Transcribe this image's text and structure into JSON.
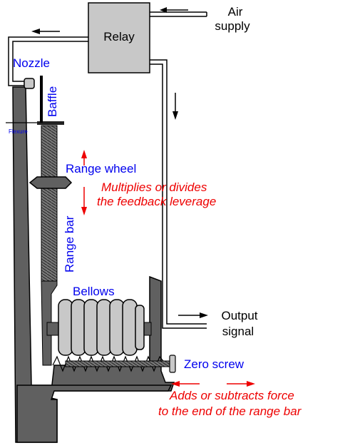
{
  "labels": {
    "relay": "Relay",
    "air_supply_line1": "Air",
    "air_supply_line2": "supply",
    "nozzle": "Nozzle",
    "baffle": "Baffle",
    "flexure": "Flexure",
    "range_wheel": "Range wheel",
    "range_bar": "Range bar",
    "bellows": "Bellows",
    "output_line1": "Output",
    "output_line2": "signal",
    "zero_screw": "Zero screw"
  },
  "annotations": {
    "range_wheel_note_line1": "Multiplies or divides",
    "range_wheel_note_line2": "the feedback leverage",
    "zero_screw_note_line1": "Adds or subtracts force",
    "zero_screw_note_line2": "to the end of the range bar"
  },
  "colors": {
    "frame": "#606060",
    "component": "#c8c8c8",
    "label_blue": "#0000ee",
    "annotation_red": "#ee0000",
    "stroke": "#000000"
  }
}
